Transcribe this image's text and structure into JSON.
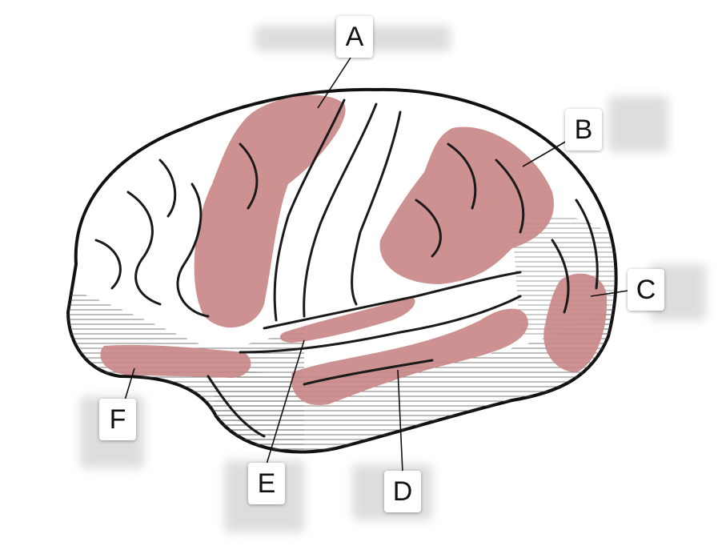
{
  "colors": {
    "region": "#c98888",
    "outline": "#1a1a1a",
    "hatch": "#3a3a3a",
    "label_bg": "#ffffff"
  },
  "labels": {
    "a": "A",
    "b": "B",
    "c": "C",
    "d": "D",
    "e": "E",
    "f": "F"
  }
}
